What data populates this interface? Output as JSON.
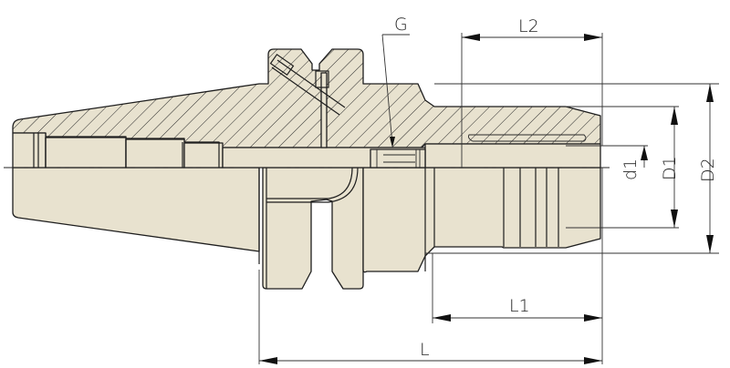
{
  "drawing": {
    "title": "Tool holder cross-section (BT shank with clamping bore)",
    "colors": {
      "body_fill": "#e8e2cf",
      "outline": "#1e1e1e",
      "background": "#ffffff"
    },
    "dimensions": {
      "G": "G",
      "L2": "L2",
      "L1": "L1",
      "L": "L",
      "d1": "d1",
      "D1": "D1",
      "D2": "D2"
    }
  }
}
